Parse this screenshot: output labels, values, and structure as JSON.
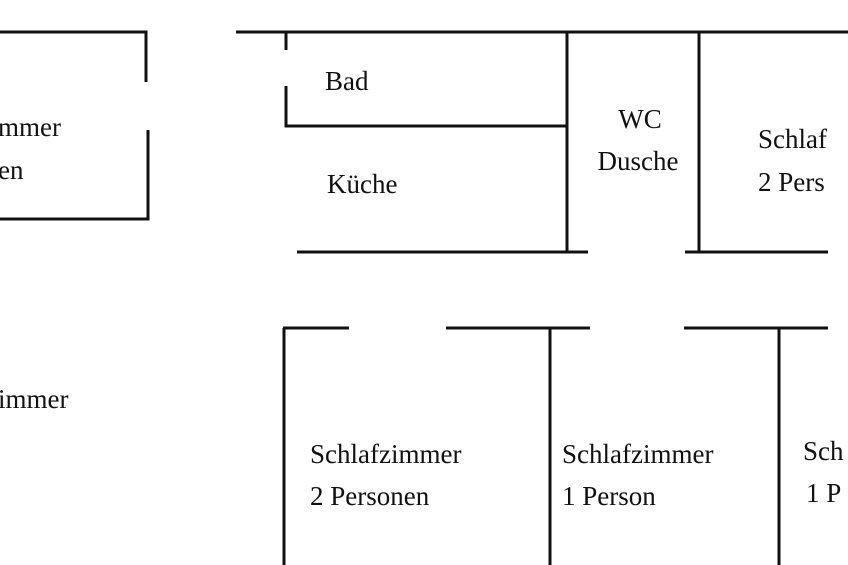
{
  "rooms": {
    "left_top": {
      "line1": "mmer",
      "line2": "en"
    },
    "left_bottom": {
      "line1": "immer"
    },
    "bad": {
      "line1": "Bad"
    },
    "kueche": {
      "line1": "Küche"
    },
    "wc": {
      "line1": "WC",
      "line2": "Dusche"
    },
    "right_top": {
      "line1": "Schlaf",
      "line2": "2 Pers"
    },
    "bottom_1": {
      "line1": "Schlafzimmer",
      "line2": "2 Personen"
    },
    "bottom_2": {
      "line1": "Schlafzimmer",
      "line2": "1 Person"
    },
    "bottom_3": {
      "line1": "Sch",
      "line2": "1 P"
    }
  }
}
